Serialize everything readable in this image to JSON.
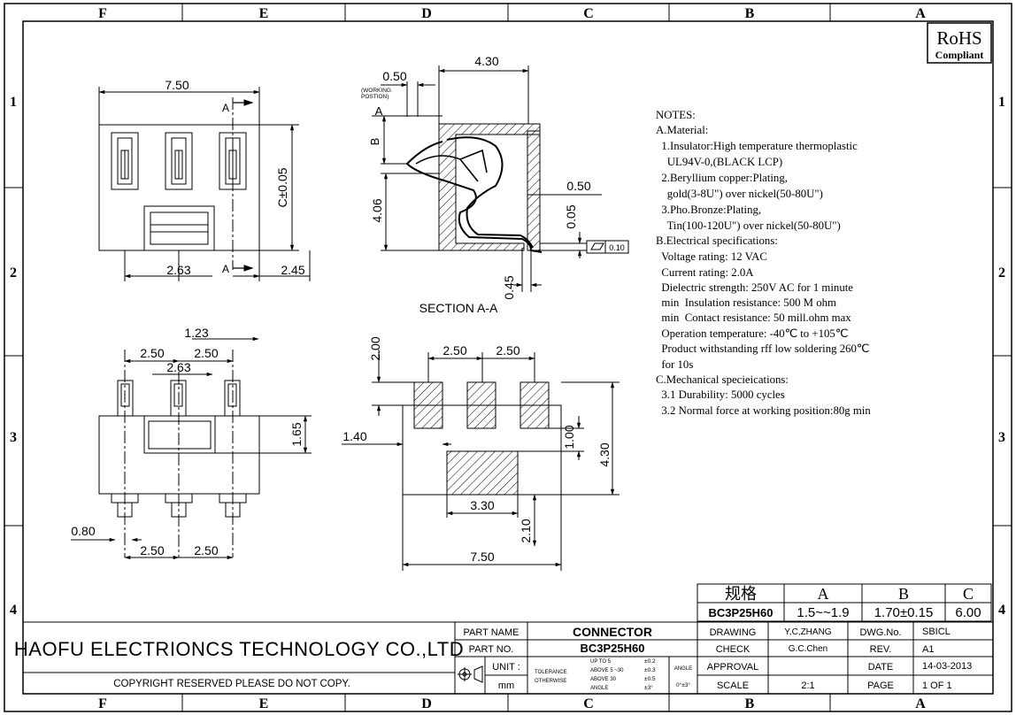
{
  "border": {
    "cols_top": [
      "F",
      "E",
      "D",
      "C",
      "B",
      "A"
    ],
    "cols_bottom": [
      "F",
      "E",
      "D",
      "C",
      "B",
      "A"
    ],
    "rows_left": [
      "1",
      "2",
      "3",
      "4"
    ],
    "rows_right": [
      "1",
      "2",
      "3",
      "4"
    ]
  },
  "rohs": {
    "line1": "RoHS",
    "line2": "Compliant"
  },
  "top_view": {
    "dim_width": "7.50",
    "dim_c": "C±0.05",
    "dim_263": "2.63",
    "dim_245": "2.45",
    "section_a_top": "A",
    "section_a_bottom": "A"
  },
  "section": {
    "dim_430": "4.30",
    "dim_050_top": "0.50",
    "working": "(WORKING",
    "position": "POSTION)",
    "label_a": "A",
    "label_b": "B",
    "dim_406": "4.06",
    "dim_050_right": "0.50",
    "dim_005": "0.05",
    "flatness": "0.10",
    "dim_045": "0.45",
    "title": "SECTION A-A"
  },
  "front_view": {
    "dim_123": "1.23",
    "dim_250a": "2.50",
    "dim_250b": "2.50",
    "dim_263": "2.63",
    "dim_165": "1.65",
    "dim_080": "0.80",
    "dim_250c": "2.50",
    "dim_250d": "2.50"
  },
  "pcb": {
    "dim_200": "2.00",
    "dim_250a": "2.50",
    "dim_250b": "2.50",
    "dim_140": "1.40",
    "dim_100": "1.00",
    "dim_430": "4.30",
    "dim_330": "3.30",
    "dim_210": "2.10",
    "dim_750": "7.50"
  },
  "notes": [
    "NOTES:",
    "A.Material:",
    "  1.Insulator:High temperature thermoplastic",
    "    UL94V-0,(BLACK LCP)",
    "  2.Beryllium copper:Plating,",
    "    gold(3-8U\") over nickel(50-80U\")",
    "  3.Pho.Bronze:Plating,",
    "    Tin(100-120U\") over nickel(50-80U\")",
    "B.Electrical specifications:",
    "  Voltage rating: 12 VAC",
    "  Current rating: 2.0A",
    "  Dielectric strength: 250V AC for 1 minute",
    "  min  Insulation resistance: 500 M ohm",
    "  min  Contact resistance: 50 mill.ohm max",
    "  Operation temperature: -40℃ to +105℃",
    "  Product withstanding rff low soldering 260℃",
    "  for 10s",
    "C.Mechanical specieications:",
    "  3.1 Durability: 5000 cycles",
    "  3.2 Normal force at working position:80g min"
  ],
  "spec_table": {
    "h_spec": "规格",
    "h_a": "A",
    "h_b": "B",
    "h_c": "C",
    "model": "BC3P25H60",
    "a_val": "1.5~~1.9",
    "b_val": "1.70±0.15",
    "c_val": "6.00"
  },
  "title_block": {
    "company": "HAOFU ELECTRIONCS TECHNOLOGY CO.,LTD",
    "copyright": "COPYRIGHT RESERVED PLEASE DO NOT COPY.",
    "part_name_label": "PART NAME",
    "part_name": "CONNECTOR",
    "part_no_label": "PART NO.",
    "part_no": "BC3P25H60",
    "unit_label": "UNIT :",
    "unit": "mm",
    "tol1": "TOLERANCE",
    "tol2": "OTHERWISE",
    "up5": "UP TO 5",
    "above5": "ABOVE 5 ~30",
    "above30": "ABOVE 30",
    "angle_small": "ANGLE",
    "t02": "±0.2",
    "t03": "±0.3",
    "t05": "±0.5",
    "t3deg": "±3°",
    "angle": "ANGLE",
    "angle_val": "0°±3°",
    "drawing": "DRAWING",
    "drawing_by": "Y,C,ZHANG",
    "check": "CHECK",
    "check_by": "G.C.Chen",
    "approval": "APPROVAL",
    "scale": "SCALE",
    "scale_val": "2:1",
    "dwg_no": "DWG.No.",
    "dwg_val": "SBICL",
    "rev": "REV.",
    "rev_val": "A1",
    "date": "DATE",
    "date_val": "14-03-2013",
    "page": "PAGE",
    "page_val": "1 OF 1"
  }
}
